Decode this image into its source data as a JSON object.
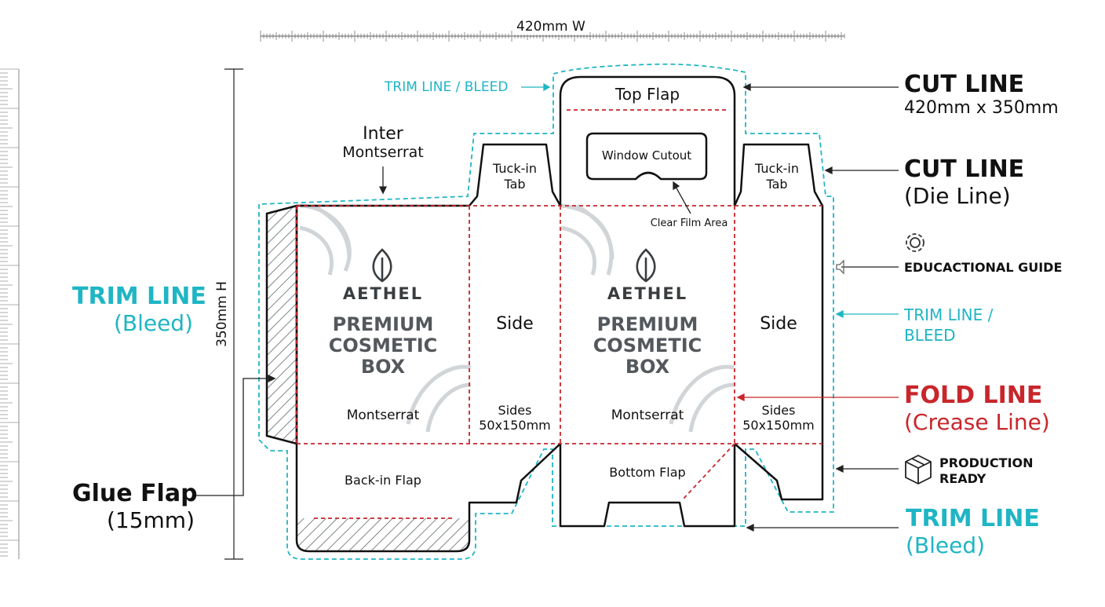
{
  "dimensions": {
    "width_label": "420mm W",
    "height_label": "350mm H"
  },
  "brand": {
    "name": "AETHEL",
    "product_line1": "PREMIUM",
    "product_line2": "COSMETIC",
    "product_line3": "BOX",
    "font_note": "Montserrat"
  },
  "panels": {
    "top_flap": "Top Flap",
    "window_cutout": "Window Cutout",
    "clear_film_area": "Clear Film Area",
    "tuck_in_tab_line1": "Tuck-in",
    "tuck_in_tab_line2": "Tab",
    "side": "Side",
    "sides_size_line1": "Sides",
    "sides_size_line2": "50x150mm",
    "back_in_flap": "Back-in Flap",
    "bottom_flap": "Bottom Flap"
  },
  "annotations": {
    "font_inter_line1": "Inter",
    "font_inter_line2": "Montserrat",
    "trim_top": "TRIM LINE / BLEED",
    "trim_left_line1": "TRIM LINE",
    "trim_left_line2": "(Bleed)",
    "glue_flap_line1": "Glue Flap",
    "glue_flap_line2": "(15mm)",
    "cut_line_1_title": "CUT LINE",
    "cut_line_1_sub": "420mm x 350mm",
    "cut_line_2_title": "CUT LINE",
    "cut_line_2_sub": "(Die Line)",
    "educational_guide": "EDUCACTIONAL GUIDE",
    "trim_right_line1": "TRIM LINE /",
    "trim_right_line2": "BLEED",
    "fold_line_title": "FOLD LINE",
    "fold_line_sub": "(Crease Line)",
    "production_line1": "PRODUCTION",
    "production_line2": "READY",
    "trim_bottom_line1": "TRIM LINE",
    "trim_bottom_line2": "(Bleed)"
  },
  "icons": [
    "leaf-logo-icon",
    "gear-icon",
    "speaker-icon",
    "box-icon"
  ],
  "colors": {
    "cut": "#111111",
    "fold": "#c8262b",
    "bleed": "#1fb5c4",
    "hatch": "#9aa0a4",
    "ornament": "#d2d5d8"
  }
}
